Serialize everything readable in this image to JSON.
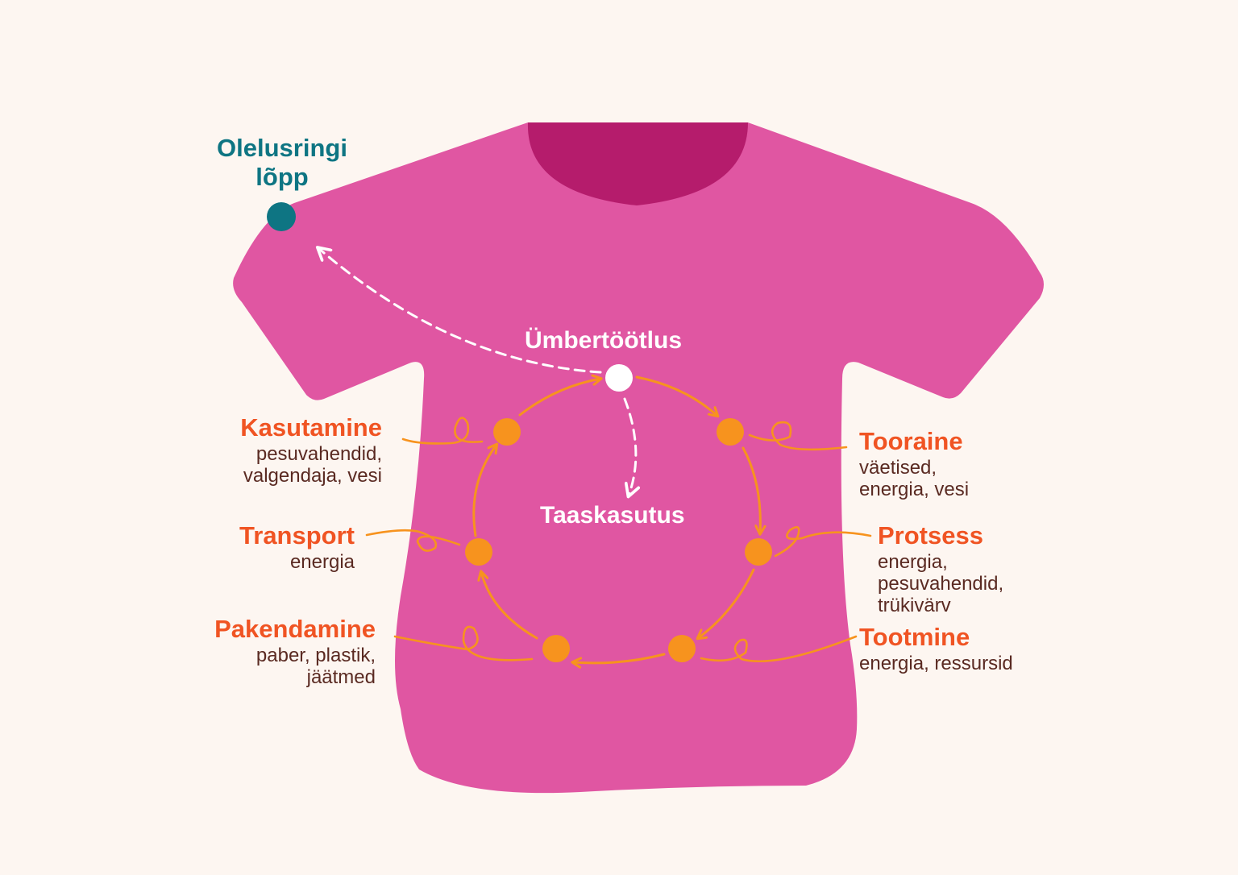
{
  "colors": {
    "background": "#fdf6f1",
    "shirt": "#e056a2",
    "collar": "#b51c6c",
    "cycle": "#f7931e",
    "stage_label": "#f05423",
    "description": "#5a2a22",
    "end_of_life": "#0e7583",
    "white": "#ffffff"
  },
  "end_of_life": {
    "line1": "Olelusringi",
    "line2": "lõpp"
  },
  "center": {
    "recycling": "Ümbertöötlus",
    "reuse": "Taaskasutus"
  },
  "stages": {
    "raw_material": {
      "title": "Tooraine",
      "line1": "väetised,",
      "line2": "energia, vesi"
    },
    "process": {
      "title": "Protsess",
      "line1": "energia,",
      "line2": "pesuvahendid,",
      "line3": "trükivärv"
    },
    "production": {
      "title": "Tootmine",
      "line1": "energia, ressursid"
    },
    "packaging": {
      "title": "Pakendamine",
      "line1": "paber, plastik,",
      "line2": "jäätmed"
    },
    "transport": {
      "title": "Transport",
      "line1": "energia"
    },
    "usage": {
      "title": "Kasutamine",
      "line1": "pesuvahendid,",
      "line2": "valgendaja, vesi"
    }
  }
}
